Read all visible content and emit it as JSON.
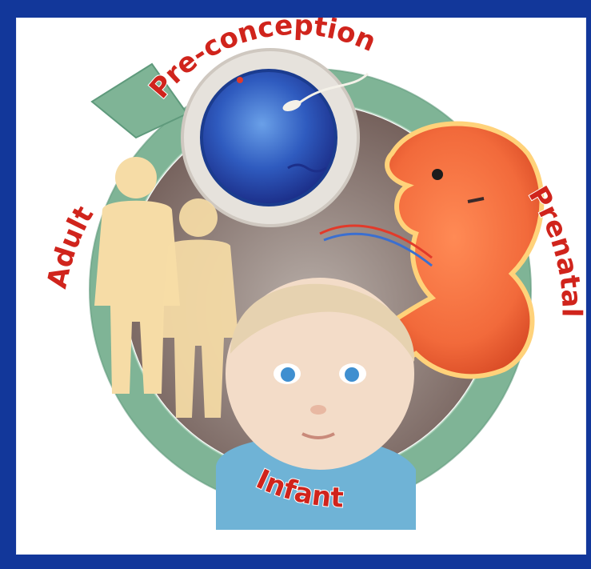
{
  "diagram": {
    "stages": [
      {
        "id": "preconception",
        "label": "Pre-conception"
      },
      {
        "id": "prenatal",
        "label": "Prenatal"
      },
      {
        "id": "infant",
        "label": "Infant"
      },
      {
        "id": "adult",
        "label": "Adult"
      }
    ],
    "colors": {
      "frame": "#12379a",
      "ring": "#7fb496",
      "label_text": "#d0241c",
      "embryo": "#f26a3b",
      "cell": "#2f5bbf",
      "adult_silhouette": "#f6dca6",
      "baby_shirt": "#6fb3d6"
    },
    "icons": [
      "cycle-arrow-icon",
      "sperm-egg-illustration",
      "embryo-illustration",
      "baby-illustration",
      "adult-couple-silhouette"
    ]
  }
}
